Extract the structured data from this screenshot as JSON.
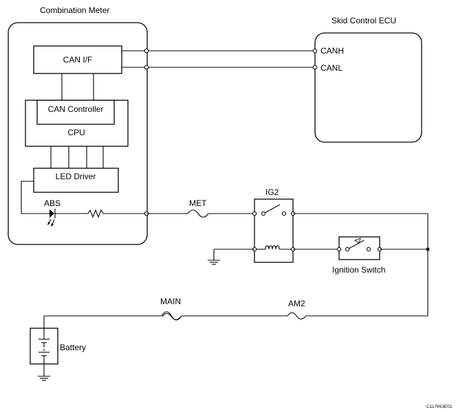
{
  "combination_meter": {
    "title": "Combination Meter",
    "can_if": "CAN I/F",
    "can_controller": "CAN Controller",
    "cpu": "CPU",
    "led_driver": "LED Driver",
    "abs_label": "ABS"
  },
  "skid_control_ecu": {
    "title": "Skid Control ECU",
    "canh": "CANH",
    "canl": "CANL"
  },
  "fuses": {
    "met": "MET",
    "main": "MAIN",
    "am2": "AM2"
  },
  "relay": {
    "label": "IG2"
  },
  "ignition_switch": {
    "label": "Ignition Switch"
  },
  "battery": {
    "label": "Battery"
  },
  "figure_code": "C117653E01"
}
